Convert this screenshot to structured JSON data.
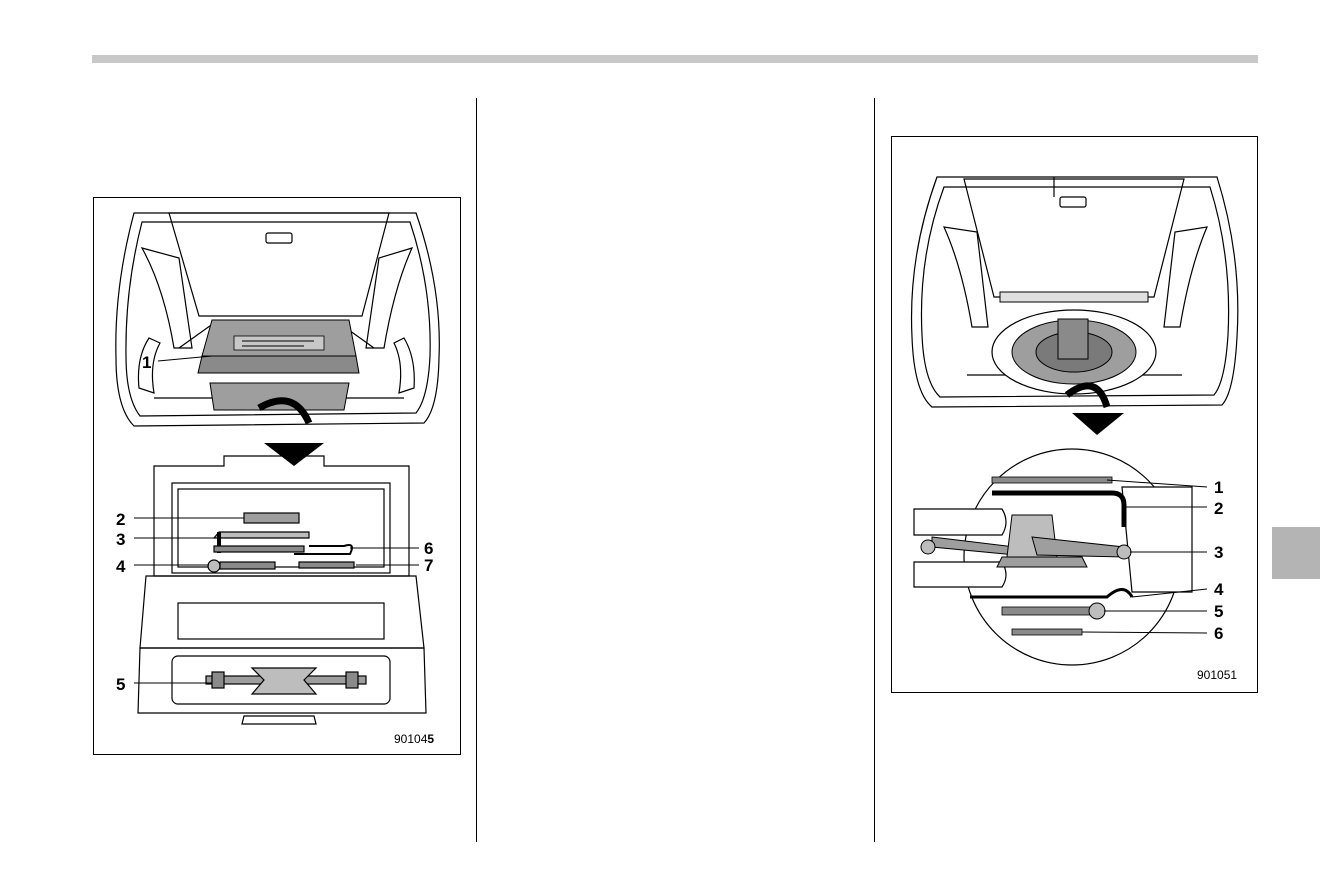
{
  "figure_left": {
    "code_prefix": "90104",
    "code_bold_suffix": "5",
    "callouts": [
      "1",
      "2",
      "3",
      "4",
      "5",
      "6",
      "7"
    ]
  },
  "figure_right": {
    "code": "901051",
    "callouts": [
      "1",
      "2",
      "3",
      "4",
      "5",
      "6"
    ]
  }
}
